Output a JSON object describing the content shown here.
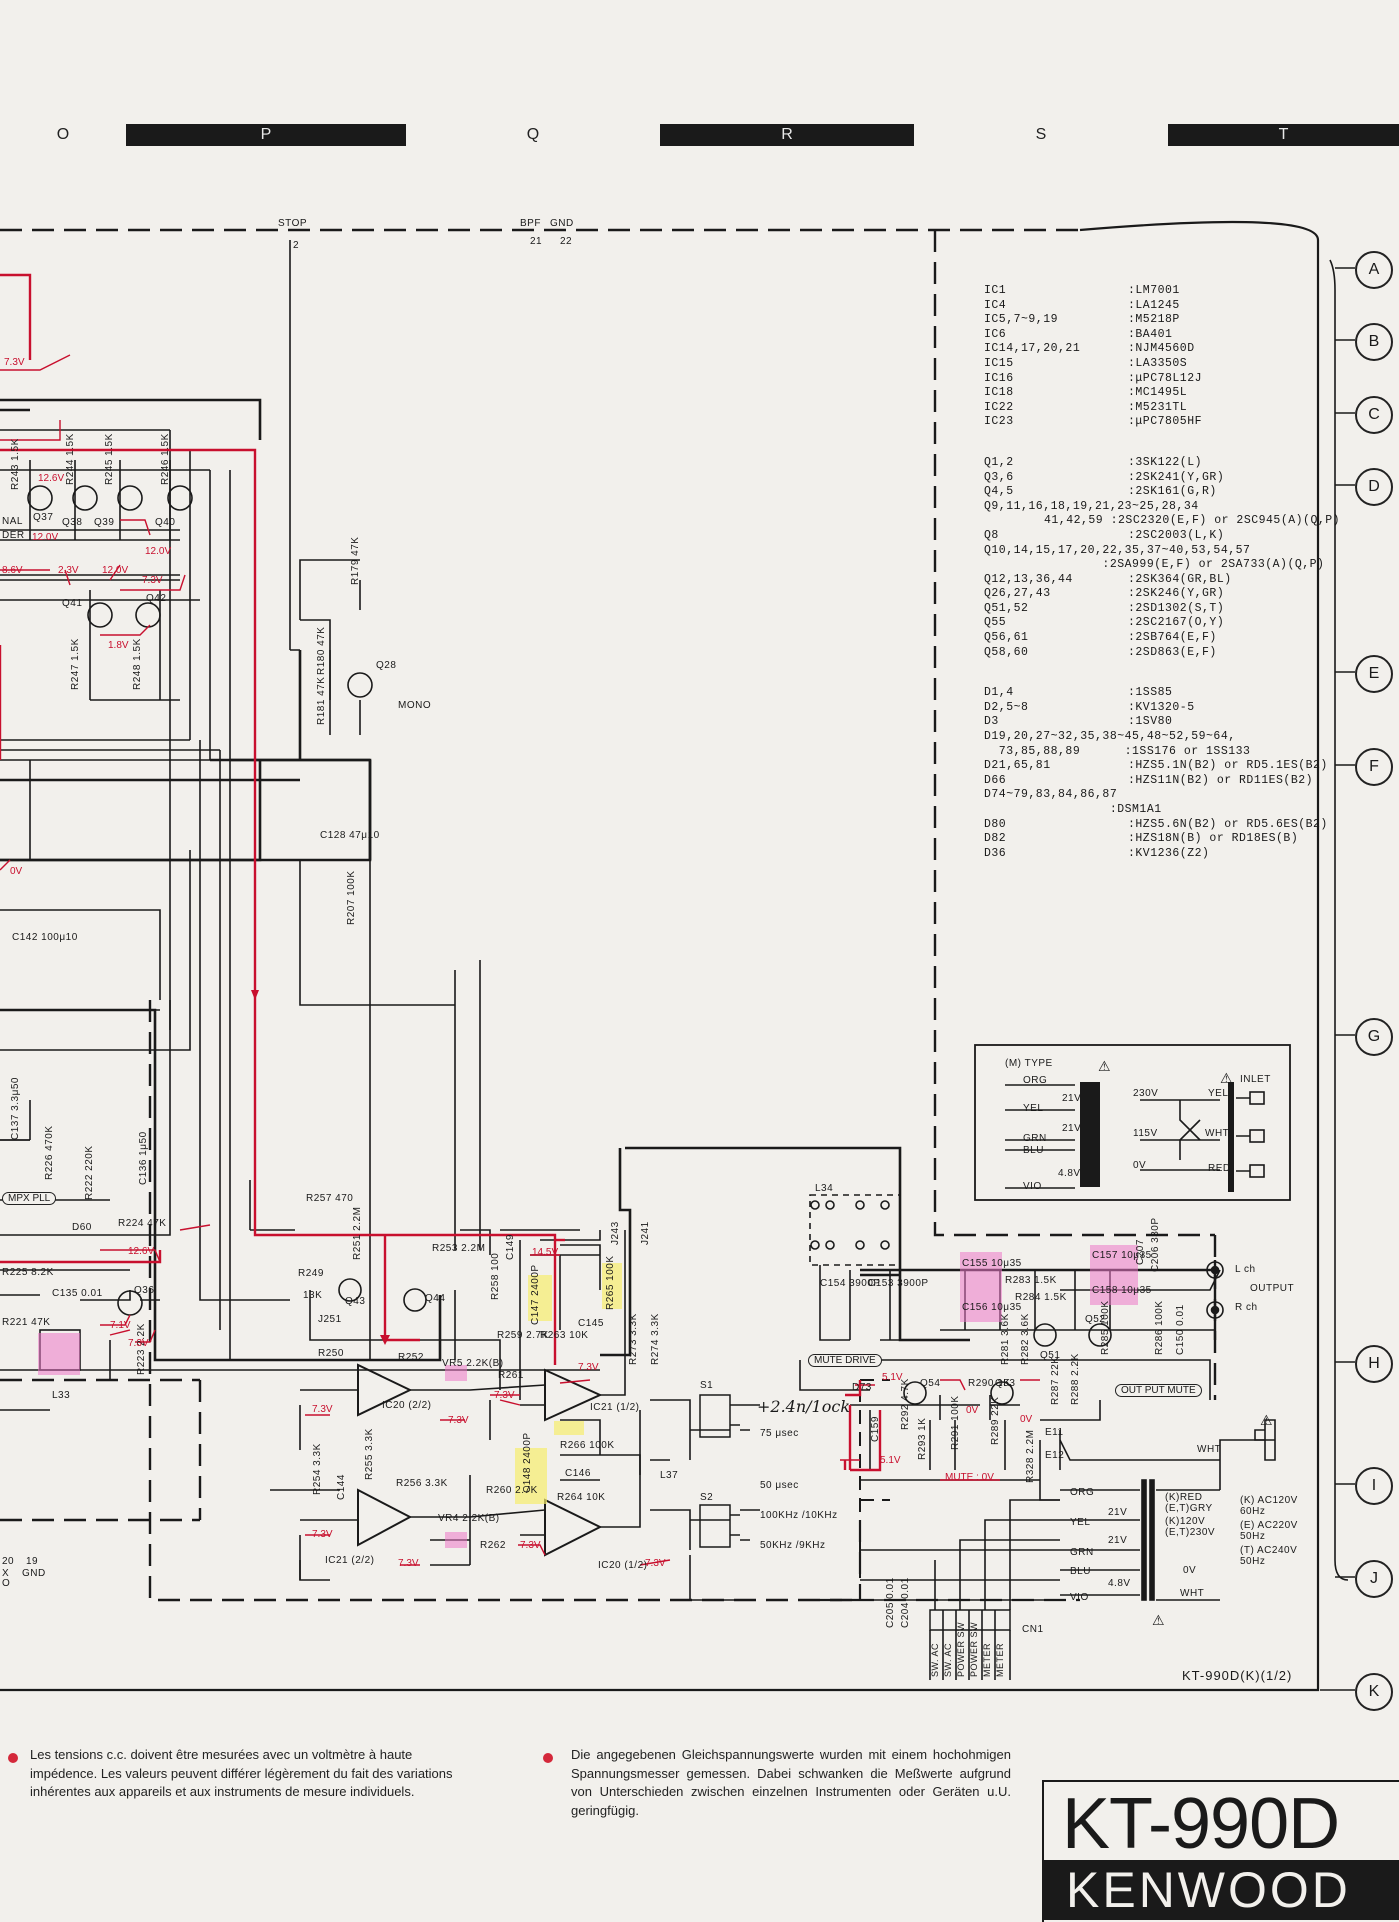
{
  "zones": [
    "O",
    "P",
    "Q",
    "R",
    "S",
    "T"
  ],
  "rows": [
    "A",
    "B",
    "C",
    "D",
    "E",
    "F",
    "G",
    "H",
    "I",
    "J",
    "K"
  ],
  "parts_ic": [
    {
      "ref": "IC1",
      "part": ":LM7001"
    },
    {
      "ref": "IC4",
      "part": ":LA1245"
    },
    {
      "ref": "IC5,7~9,19",
      "part": ":M5218P"
    },
    {
      "ref": "IC6",
      "part": ":BA401"
    },
    {
      "ref": "IC14,17,20,21",
      "part": ":NJM4560D"
    },
    {
      "ref": "IC15",
      "part": ":LA3350S"
    },
    {
      "ref": "IC16",
      "part": ":μPC78L12J"
    },
    {
      "ref": "IC18",
      "part": ":MC1495L"
    },
    {
      "ref": "IC22",
      "part": ":M5231TL"
    },
    {
      "ref": "IC23",
      "part": ":μPC7805HF"
    }
  ],
  "parts_q": [
    {
      "ref": "Q1,2",
      "part": ":3SK122(L)"
    },
    {
      "ref": "Q3,6",
      "part": ":2SK241(Y,GR)"
    },
    {
      "ref": "Q4,5",
      "part": ":2SK161(G,R)"
    },
    {
      "ref": "Q9,11,16,18,19,21,23~25,28,34",
      "part": ""
    },
    {
      "ref": "",
      "part": "41,42,59 :2SC2320(E,F) or 2SC945(A)(Q,P)"
    },
    {
      "ref": "Q8",
      "part": ":2SC2003(L,K)"
    },
    {
      "ref": "Q10,14,15,17,20,22,35,37~40,53,54,57",
      "part": ""
    },
    {
      "ref": "",
      "part": "                :2SA999(E,F) or 2SA733(A)(Q,P)"
    },
    {
      "ref": "Q12,13,36,44",
      "part": ":2SK364(GR,BL)"
    },
    {
      "ref": "Q26,27,43",
      "part": ":2SK246(Y,GR)"
    },
    {
      "ref": "Q51,52",
      "part": ":2SD1302(S,T)"
    },
    {
      "ref": "Q55",
      "part": ":2SC2167(O,Y)"
    },
    {
      "ref": "Q56,61",
      "part": ":2SB764(E,F)"
    },
    {
      "ref": "Q58,60",
      "part": ":2SD863(E,F)"
    }
  ],
  "parts_d": [
    {
      "ref": "D1,4",
      "part": ":1SS85"
    },
    {
      "ref": "D2,5~8",
      "part": ":KV1320-5"
    },
    {
      "ref": "D3",
      "part": ":1SV80"
    },
    {
      "ref": "D19,20,27~32,35,38~45,48~52,59~64,",
      "part": ""
    },
    {
      "ref": "",
      "part": "  73,85,88,89      :1SS176 or 1SS133"
    },
    {
      "ref": "D21,65,81",
      "part": ":HZS5.1N(B2) or RD5.1ES(B2)"
    },
    {
      "ref": "D66",
      "part": ":HZS11N(B2) or RD11ES(B2)"
    },
    {
      "ref": "D74~79,83,84,86,87",
      "part": ""
    },
    {
      "ref": "",
      "part": "                 :DSM1A1"
    },
    {
      "ref": "D80",
      "part": ":HZS5.6N(B2) or RD5.6ES(B2)"
    },
    {
      "ref": "D82",
      "part": ":HZS18N(B) or RD18ES(B)"
    },
    {
      "ref": "D36",
      "part": ":KV1236(Z2)"
    }
  ],
  "labels": {
    "stop": "STOP",
    "stop_pin": "2",
    "bpf": "BPF",
    "gnd": "GND",
    "bpf_pin": "21",
    "gnd_pin": "22",
    "mono": "MONO",
    "q28": "Q28",
    "r179": "R179 47K",
    "r180": "R180 47K",
    "r181": "R181 47K",
    "c128": "C128 47μ10",
    "r207": "R207 100K",
    "c142": "C142 100μ10",
    "q37": "Q37",
    "q38": "Q38",
    "q39": "Q39",
    "q40": "Q40",
    "q41": "Q41",
    "q42": "Q42",
    "r243": "R243 1.5K",
    "r244": "R244 1.5K",
    "r245": "R245 1.5K",
    "r246": "R246 1.5K",
    "r247": "R247 1.5K",
    "r248": "R248 1.5K",
    "mpx_pll": "MPX PLL",
    "d60": "D60",
    "r225": "R225 8.2K",
    "c135": "C135 0.01",
    "q36": "Q36",
    "r221": "R221 47K",
    "l33": "L33",
    "r224": "R224 47K",
    "r226": "R226 470K",
    "r222": "R222 220K",
    "c136": "C136 1μ50",
    "c137": "C137 3.3μ50",
    "r223": "R223 2.2K",
    "r257": "R257 470",
    "r249": "R249",
    "r251": "R251 2.2M",
    "q43": "Q43",
    "r249v": "13K",
    "j251": "J251",
    "r250": "R250",
    "r252": "R252",
    "r253": "R253 2.2M",
    "q44": "Q44",
    "vr5": "VR5 2.2K(B)",
    "ic20_2": "IC20 (2/2)",
    "ic21_2": "IC21 (2/2)",
    "ic21_1": "IC21 (1/2)",
    "ic20_1": "IC20 (1/2)",
    "r258": "R258 100",
    "c149": "C149",
    "c147": "C147 2400P",
    "r265": "R265 100K",
    "c145": "C145",
    "r259": "R259 2.7K",
    "r263": "R263 10K",
    "r261": "R261",
    "r273": "R273 3.3K",
    "r274": "R274 3.3K",
    "r266": "R266 100K",
    "c148": "C148 2400P",
    "c146": "C146",
    "r260": "R260 2.7K",
    "r264": "R264 10K",
    "vr4": "VR4 2.2K(B)",
    "r262": "R262",
    "r254": "R254 3.3K",
    "c144": "C144",
    "r255": "R255 3.3K",
    "r256": "R256 3.3K",
    "j243": "J243",
    "j241": "J241",
    "s1": "S1",
    "s2": "S2",
    "l37": "L37",
    "us75": "75 μsec",
    "us50": "50 μsec",
    "khz100": "100KHz /10KHz",
    "khz50": "50KHz /9KHz",
    "l34": "L34",
    "c154": "C154 3900P",
    "c153": "C153 3900P",
    "mute_drive": "MUTE DRIVE",
    "c155": "C155 10μ35",
    "c156": "C156 10μ35",
    "c157": "C157 10μ35",
    "c158": "C158 10μ35",
    "r283": "R283 1.5K",
    "r284": "R284 1.5K",
    "c207": "C207",
    "c206": "C206 330P",
    "q51": "Q51",
    "q52": "Q52",
    "r281": "R281 3.6K",
    "r282": "R282 3.6K",
    "r285": "R285 100K",
    "r286": "R286 100K",
    "c150": "C150 0.01",
    "lch": "L ch",
    "rch": "R ch",
    "output": "OUTPUT",
    "output_mute": "OUT PUT MUTE",
    "d73": "D73",
    "q54": "Q54",
    "q53": "Q53",
    "r290": "R290 1K",
    "r287": "R287 22K",
    "r288": "R288 2.2K",
    "r292": "R292 4.7K",
    "r291": "R291 100K",
    "r289": "R289 22K",
    "r293": "R293 1K",
    "c159": "C159",
    "r328": "R328 2.2M",
    "mute_0v": "MUTE : 0V",
    "m_type": "(M) TYPE",
    "inlet": "INLET",
    "v230": "230V",
    "v115": "115V",
    "v0": "0V",
    "yel": "YEL",
    "wht": "WHT",
    "red": "RED",
    "org": "ORG",
    "grn": "GRN",
    "blu": "BLU",
    "vio": "VIO",
    "v21a": "21V",
    "v21b": "21V",
    "v48": "4.8V",
    "v0b": "0V",
    "e11": "E11",
    "e12": "E12",
    "cn1": "CN1",
    "c205": "C205 0.01",
    "c204": "C204 0.01",
    "k_note": "(K) AC120V 60Hz",
    "e_note": "(E) AC220V 50Hz",
    "t_note": "(T) AC240V 50Hz",
    "k_red": "(K)RED (E,T)GRY",
    "k_120": "(K)120V (E,T)230V",
    "cn_sw_ac1": "SW. AC",
    "cn_sw_ac2": "SW. AC",
    "cn_power1": "POWER SW",
    "cn_power2": "POWER SW",
    "cn_meter1": "METER",
    "cn_meter2": "METER",
    "handwritten": "+2.4n/1ock"
  },
  "voltages": {
    "v73a": "7.3V",
    "v126": "12.6V",
    "v120a": "12.0V",
    "v120b": "12.0V",
    "v86": "8.6V",
    "v23": "2.3V",
    "v120c": "12.0V",
    "v73b": "7.3V",
    "v18": "1.8V",
    "v0": "0V",
    "v126b": "12.6V",
    "v71": "7.1V",
    "v73c": "7.3V",
    "v145": "14.5V",
    "v73d": "7.3V",
    "v73e": "7.3V",
    "v73f": "7.3V",
    "v73g": "7.3V",
    "v73h": "7.3V",
    "v73i": "7.3V",
    "v73j": "7.3V",
    "v73k": "7.3V",
    "v51": "5.1V",
    "v51b": "5.1V",
    "v0c": "0V",
    "v0d": "0V"
  },
  "model_ref": "KT-990D(K)(1/2)",
  "note_fr": "Les tensions c.c. doivent être mesurées avec un voltmètre à haute impédence. Les valeurs peuvent différer légèrement du fait des variations inhérentes aux appareils et aux instruments de mesure individuels.",
  "note_de": "Die angegebenen Gleichspannungswerte wurden mit einem hochohmigen Spannungsmesser gemessen. Dabei schwanken die Meßwerte aufgrund von Unterschieden zwischen einzelnen Instrumenten oder Geräten u.U. geringfügig.",
  "model": "KT-990D",
  "brand": "KENWOOD",
  "left_edge_labels": {
    "nal": "NAL",
    "der": "DER",
    "g20": "20",
    "g19": "19",
    "gnd_l": "GND",
    "x": "X",
    "o": "O"
  },
  "colors": {
    "ink": "#1a1a1a",
    "red_trace": "#c8102e",
    "paper": "#f2f0ec",
    "yellow_highlight": "#f6ec6e",
    "pink_highlight": "#ec78c8"
  }
}
